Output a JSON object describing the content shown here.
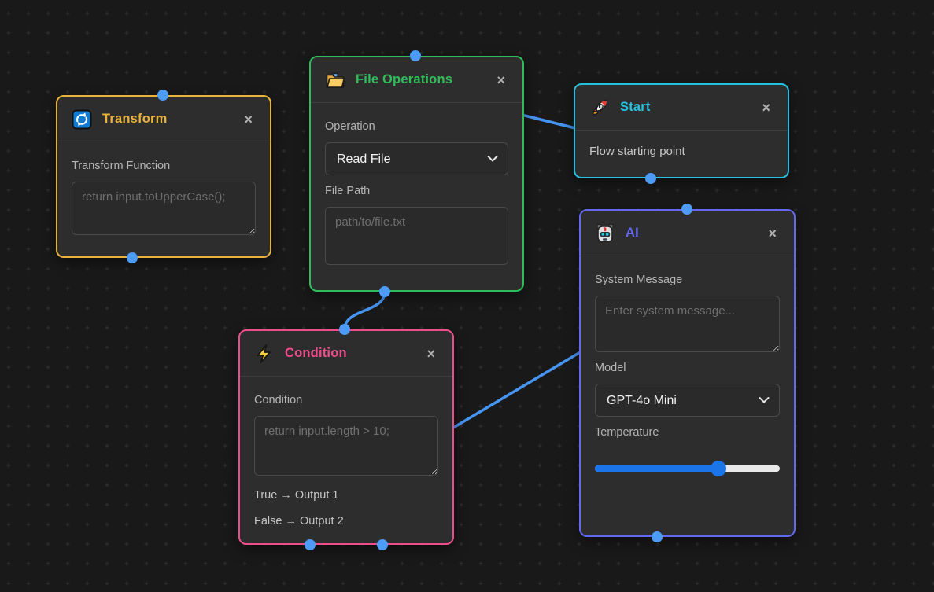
{
  "ui": {
    "canvas_bg": "#191919",
    "grid_mark_color": "#2e2e2e",
    "edge_color": "#4695f2",
    "handle_color": "#4d9bf5",
    "close_label": "×"
  },
  "nodes": {
    "transform": {
      "title": "Transform",
      "accent": "#e9b23a",
      "icon": "transform-icon",
      "function_label": "Transform Function",
      "function_placeholder": "return input.toUpperCase();"
    },
    "file_operations": {
      "title": "File Operations",
      "accent": "#2ebd59",
      "icon": "folder-icon",
      "operation_label": "Operation",
      "operation_value": "Read File",
      "file_path_label": "File Path",
      "file_path_placeholder": "path/to/file.txt"
    },
    "start": {
      "title": "Start",
      "accent": "#25c0dd",
      "icon": "rocket-icon",
      "description": "Flow starting point"
    },
    "ai": {
      "title": "AI",
      "accent": "#6467f2",
      "icon": "robot-icon",
      "system_message_label": "System Message",
      "system_message_placeholder": "Enter system message...",
      "model_label": "Model",
      "model_value": "GPT-4o Mini",
      "temperature_label": "Temperature",
      "temperature_percent": 67,
      "slider_fill_color": "#1b74e8",
      "slider_track_color": "#e9e9e9"
    },
    "condition": {
      "title": "Condition",
      "accent": "#ee4d8b",
      "icon": "lightning-icon",
      "condition_label": "Condition",
      "condition_placeholder": "return input.length > 10;",
      "true_output": "True → Output 1",
      "false_output": "False → Output 2"
    }
  }
}
